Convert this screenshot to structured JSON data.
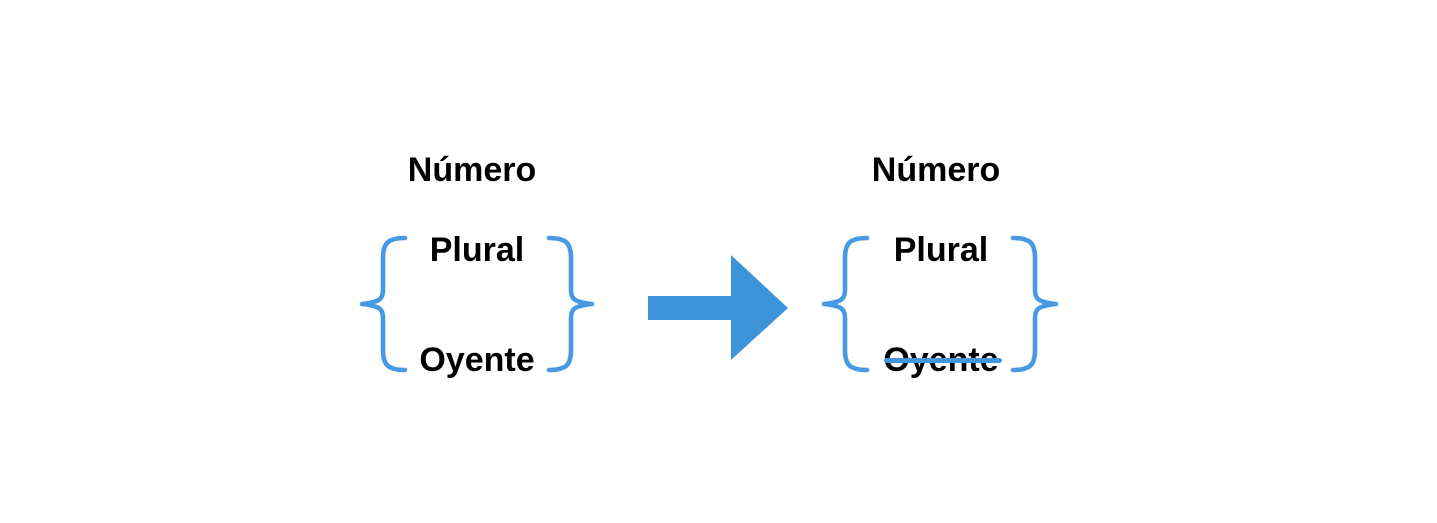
{
  "colors": {
    "background": "#ffffff",
    "text": "#000000",
    "brace_blue": "#4699E2",
    "arrow_blue": "#3D93D8",
    "strikethrough_blue": "#4196DD"
  },
  "before": {
    "title": "Número",
    "items": [
      {
        "label": "Plural",
        "strikethrough": false
      },
      {
        "label": "Oyente",
        "strikethrough": false
      }
    ]
  },
  "after": {
    "title": "Número",
    "items": [
      {
        "label": "Plural",
        "strikethrough": false
      },
      {
        "label": "Oyente",
        "strikethrough": true
      }
    ]
  },
  "icons": {
    "arrow": "right-arrow-icon",
    "left_brace": "left-curly-brace-icon",
    "right_brace": "right-curly-brace-icon"
  }
}
